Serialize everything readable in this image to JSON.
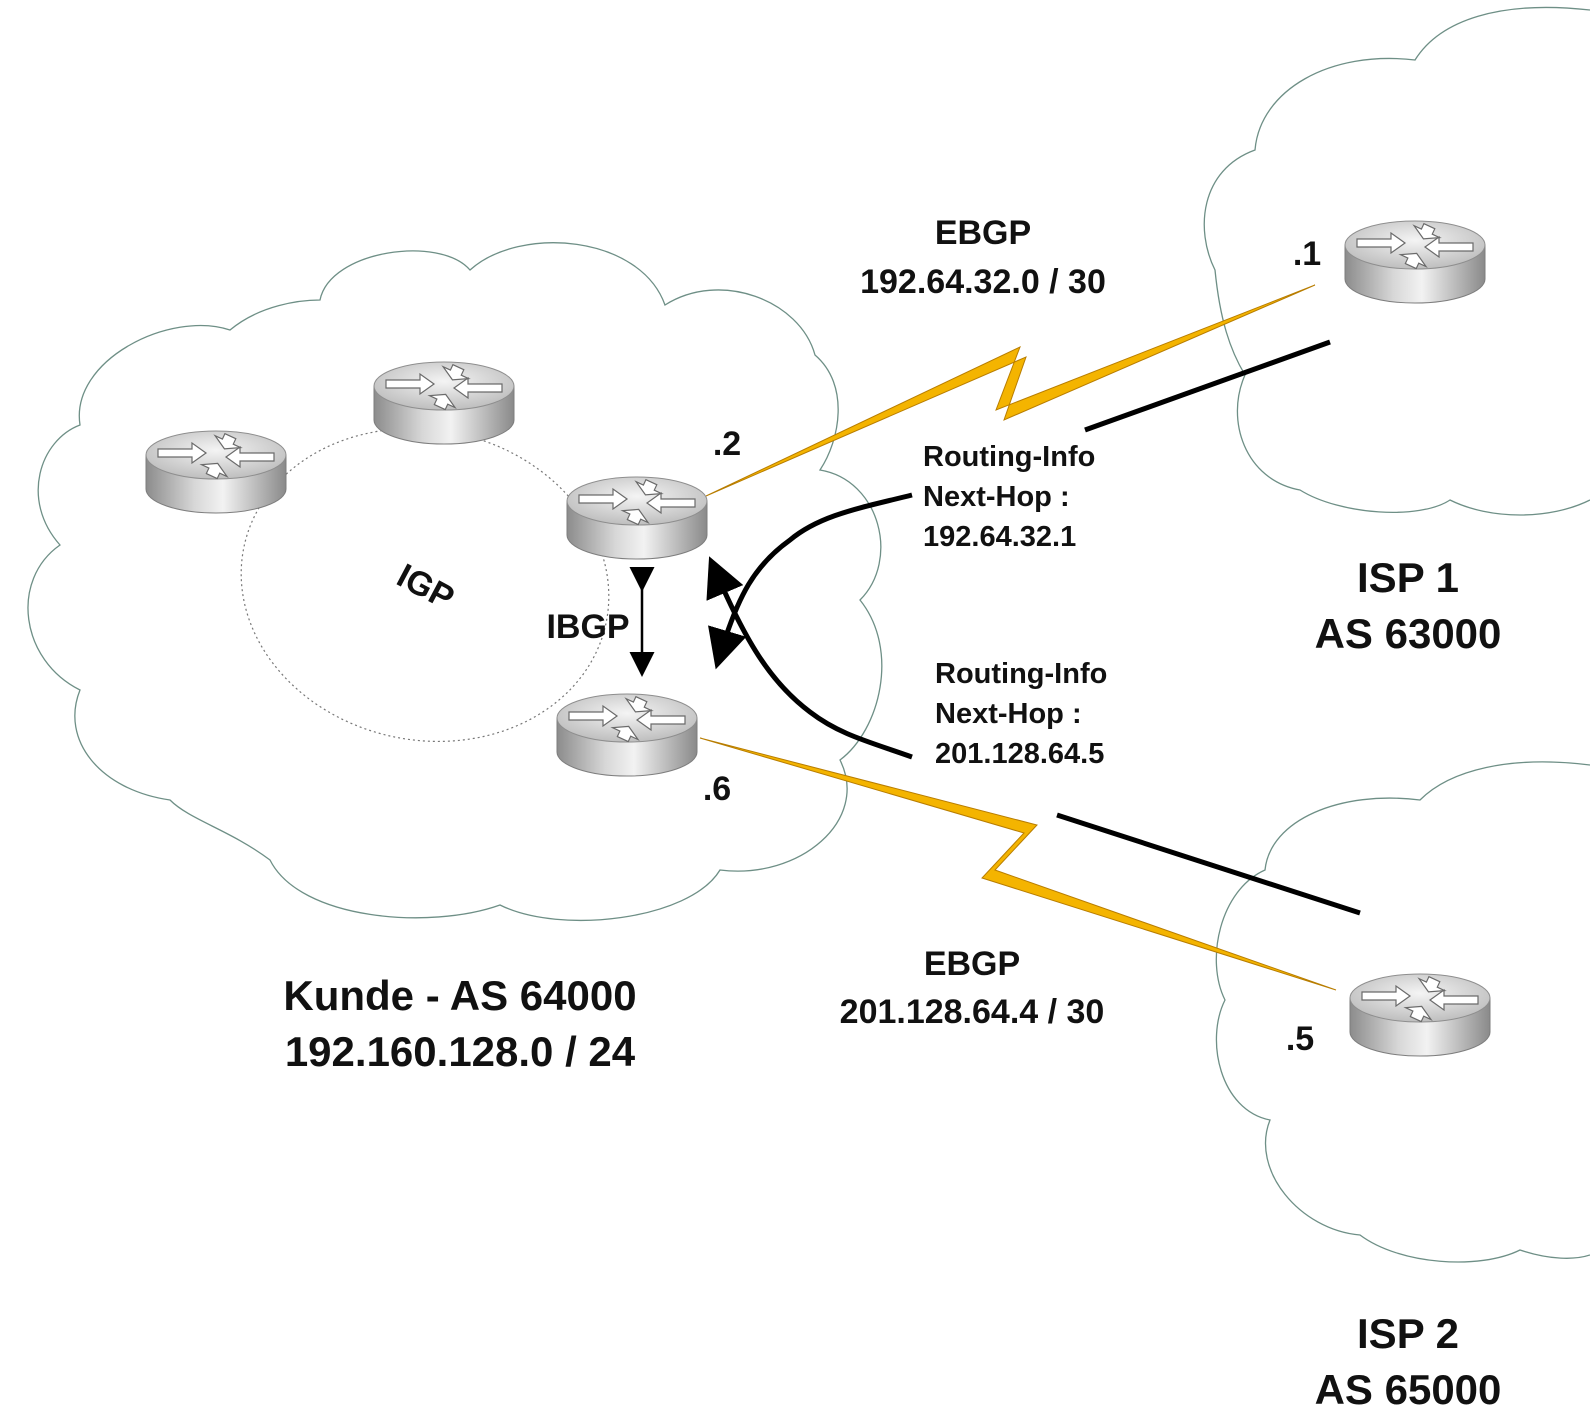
{
  "colors": {
    "cloud_stroke": "#6e8f86",
    "serial_link": "#f4b400",
    "serial_link_edge": "#b87d00",
    "info_line": "#000000",
    "router_top": "#e3e3e3",
    "router_side": "#9a9a9a"
  },
  "customer": {
    "name": "Kunde - AS 64000",
    "prefix": "192.160.128.0 / 24",
    "igp_label": "IGP",
    "ibgp_label": "IBGP"
  },
  "isp1": {
    "name": "ISP 1",
    "as": "AS 63000",
    "link_protocol": "EBGP",
    "link_subnet": "192.64.32.0 / 30",
    "router_ip_suffix": ".1",
    "customer_ip_suffix": ".2",
    "routing_info_title": "Routing-Info",
    "next_hop_label": "Next-Hop :",
    "next_hop_ip": "192.64.32.1"
  },
  "isp2": {
    "name": "ISP 2",
    "as": "AS 65000",
    "link_protocol": "EBGP",
    "link_subnet": "201.128.64.4 / 30",
    "router_ip_suffix": ".5",
    "customer_ip_suffix": ".6",
    "routing_info_title": "Routing-Info",
    "next_hop_label": "Next-Hop :",
    "next_hop_ip": "201.128.64.5"
  },
  "icons": {
    "router": "router-icon",
    "cloud": "cloud-icon",
    "serial_link": "serial-link-icon",
    "arrow": "double-arrow-icon"
  }
}
